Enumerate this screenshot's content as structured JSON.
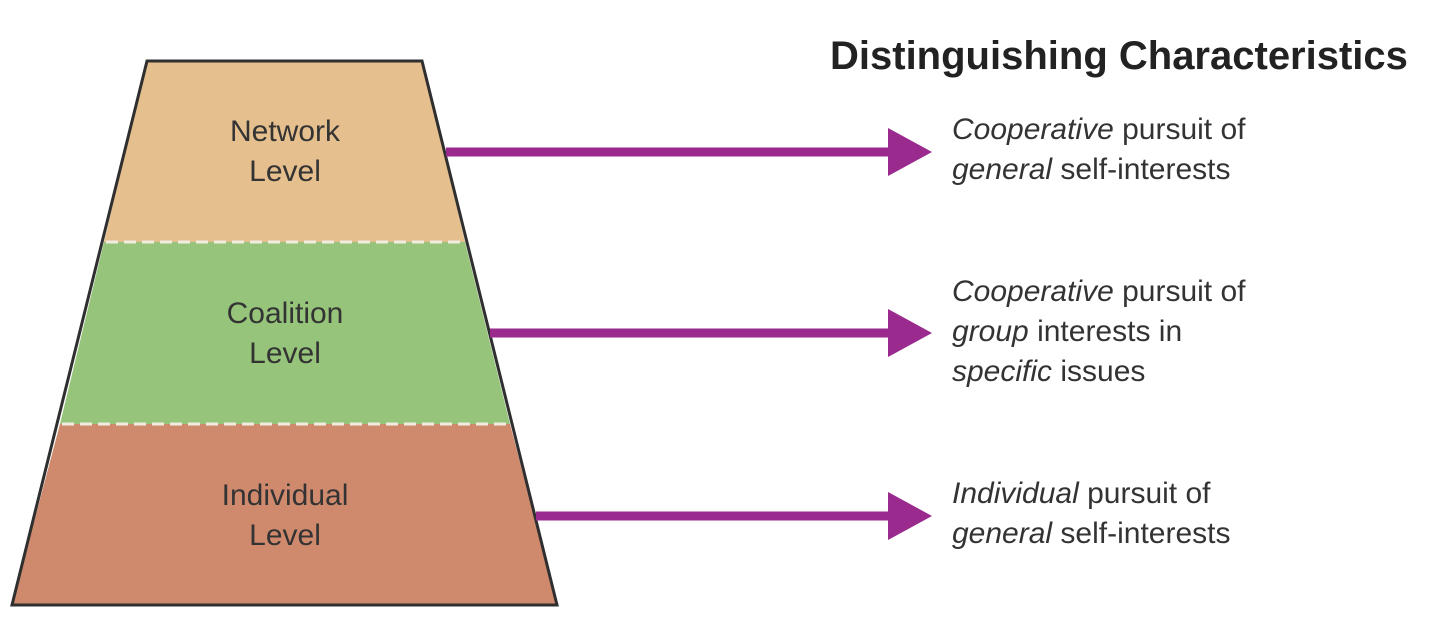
{
  "heading": "Distinguishing Characteristics",
  "colors": {
    "network": "#e5bf8d",
    "coalition": "#96c47a",
    "individual": "#cf8a6e",
    "arrow": "#9a2a8e",
    "outline": "#2f2f2f",
    "divider": "#f0ece0"
  },
  "levels": [
    {
      "key": "network",
      "line1": "Network",
      "line2": "Level"
    },
    {
      "key": "coalition",
      "line1": "Coalition",
      "line2": "Level"
    },
    {
      "key": "individual",
      "line1": "Individual",
      "line2": "Level"
    }
  ],
  "characteristics": [
    {
      "lines": [
        [
          {
            "text": "Cooperative",
            "italic": true
          },
          {
            "text": " pursuit of",
            "italic": false
          }
        ],
        [
          {
            "text": "general",
            "italic": true
          },
          {
            "text": " self-interests",
            "italic": false
          }
        ]
      ]
    },
    {
      "lines": [
        [
          {
            "text": "Cooperative",
            "italic": true
          },
          {
            "text": " pursuit of",
            "italic": false
          }
        ],
        [
          {
            "text": "group",
            "italic": true
          },
          {
            "text": " interests in",
            "italic": false
          }
        ],
        [
          {
            "text": "specific",
            "italic": true
          },
          {
            "text": " issues",
            "italic": false
          }
        ]
      ]
    },
    {
      "lines": [
        [
          {
            "text": "Individual",
            "italic": true
          },
          {
            "text": " pursuit of",
            "italic": false
          }
        ],
        [
          {
            "text": "general",
            "italic": true
          },
          {
            "text": " self-interests",
            "italic": false
          }
        ]
      ]
    }
  ]
}
